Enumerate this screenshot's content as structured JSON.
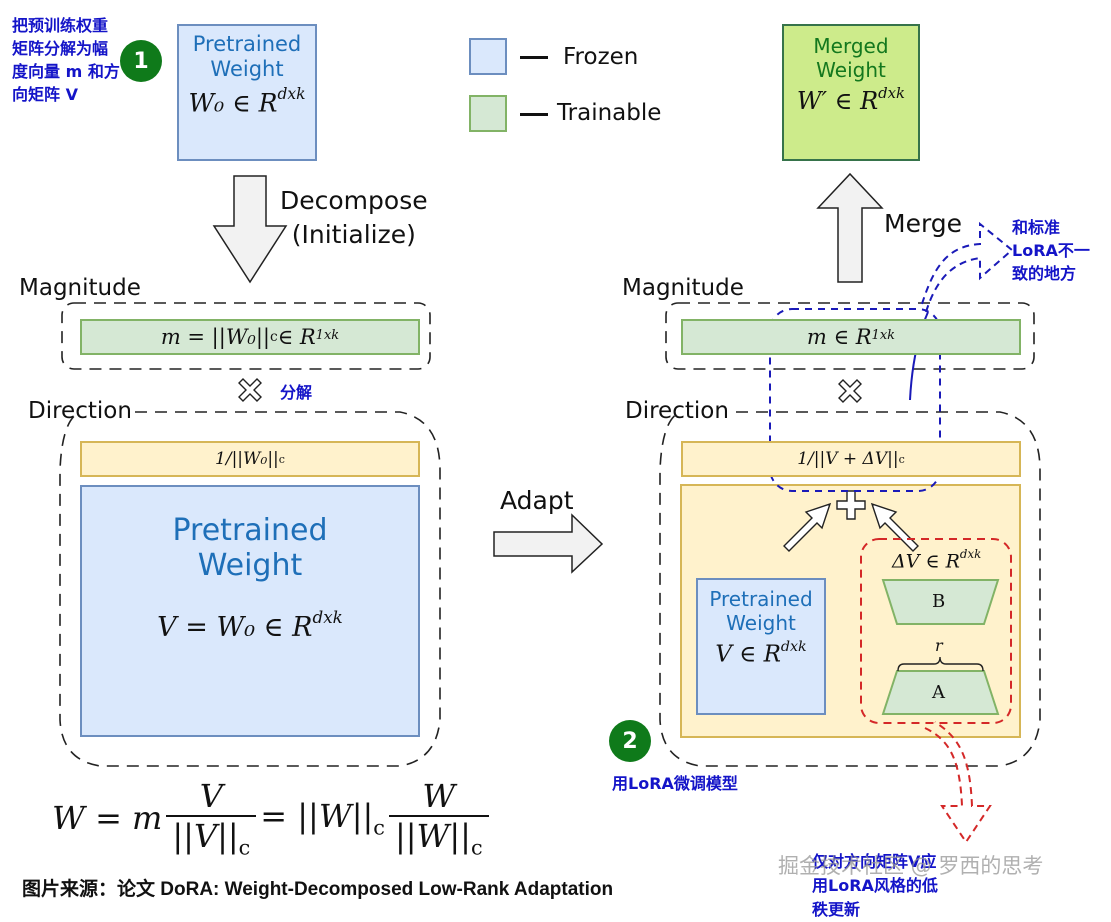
{
  "annotations": {
    "step1_badge": "1",
    "step1_text": "把预训练权重矩阵分解为幅度向量 m 和方向矩阵 V",
    "step2_badge": "2",
    "step2_text": "用LoRA微调模型",
    "decompose_cn": "分解",
    "diff_note": "和标准LoRA不一致的地方",
    "lowrank_note": "仅对方向矩阵V应用LoRA风格的低秩更新",
    "source": "图片来源：论文 DoRA: Weight-Decomposed Low-Rank Adaptation",
    "watermark": "掘金技术社区 @ 罗西的思考"
  },
  "legend": {
    "frozen_label": "Frozen",
    "trainable_label": "Trainable",
    "frozen_color": "#dae8fc",
    "trainable_color": "#d5e8d4"
  },
  "top_left": {
    "title_line1": "Pretrained",
    "title_line2": "Weight",
    "formula": "W₀ ∈ R",
    "formula_sup": "dxk"
  },
  "merged": {
    "title_line1": "Merged",
    "title_line2": "Weight",
    "formula": "W′ ∈ R",
    "formula_sup": "dxk"
  },
  "arrows": {
    "decompose_line1": "Decompose",
    "decompose_line2": "(Initialize)",
    "adapt": "Adapt",
    "merge": "Merge"
  },
  "left_panel": {
    "magnitude_label": "Magnitude",
    "magnitude_formula": "m = ||W₀||",
    "magnitude_sub": "c",
    "magnitude_tail": " ∈ R",
    "magnitude_sup": "1xk",
    "direction_label": "Direction",
    "norm_formula": "1/||W₀||",
    "norm_sub": "c",
    "weight_line1": "Pretrained",
    "weight_line2": "Weight",
    "weight_formula": "V = W₀ ∈ R",
    "weight_sup": "dxk"
  },
  "right_panel": {
    "magnitude_label": "Magnitude",
    "magnitude_formula": "m ∈ R",
    "magnitude_sup": "1xk",
    "direction_label": "Direction",
    "norm_formula": "1/||V + ΔV||",
    "norm_sub": "c",
    "weight_line1": "Pretrained",
    "weight_line2": "Weight",
    "weight_formula": "V ∈ R",
    "weight_sup": "dxk",
    "delta_formula": "ΔV ∈ R",
    "delta_sup": "dxk",
    "matrix_b": "B",
    "matrix_a": "A",
    "rank": "r"
  },
  "equation": {
    "lhs": "W = m",
    "frac1_num": "V",
    "frac1_den": "||V||",
    "frac1_den_sub": "c",
    "mid": "= ||W||",
    "mid_sub": "c",
    "frac2_num": "W",
    "frac2_den": "||W||",
    "frac2_den_sub": "c"
  }
}
